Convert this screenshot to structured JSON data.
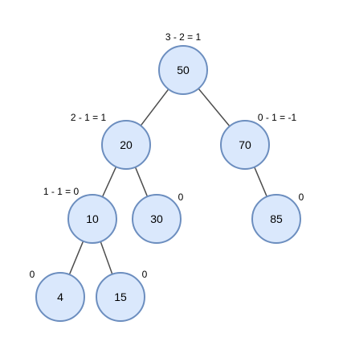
{
  "nodes": [
    {
      "id": "n50",
      "label": "50",
      "balance": "3 - 2 = 1"
    },
    {
      "id": "n20",
      "label": "20",
      "balance": "2 - 1 = 1"
    },
    {
      "id": "n70",
      "label": "70",
      "balance": "0 - 1 = -1"
    },
    {
      "id": "n10",
      "label": "10",
      "balance": "1 - 1 = 0"
    },
    {
      "id": "n30",
      "label": "30",
      "balance": "0"
    },
    {
      "id": "n85",
      "label": "85",
      "balance": "0"
    },
    {
      "id": "n4",
      "label": "4",
      "balance": "0"
    },
    {
      "id": "n15",
      "label": "15",
      "balance": "0"
    }
  ],
  "edges": [
    {
      "from": "n50",
      "to": "n20"
    },
    {
      "from": "n50",
      "to": "n70"
    },
    {
      "from": "n20",
      "to": "n10"
    },
    {
      "from": "n20",
      "to": "n30"
    },
    {
      "from": "n70",
      "to": "n85"
    },
    {
      "from": "n10",
      "to": "n4"
    },
    {
      "from": "n10",
      "to": "n15"
    }
  ],
  "colors": {
    "node_fill": "#dae8fc",
    "node_stroke": "#6c8ebf",
    "edge": "#4d4d4d",
    "text": "#000000"
  }
}
